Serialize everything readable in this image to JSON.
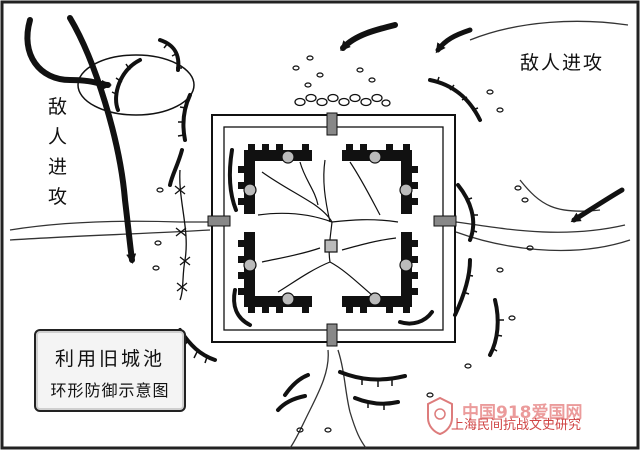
{
  "labels": {
    "enemy_attack_left": "敌人进攻",
    "enemy_attack_right": "敌人进攻"
  },
  "legend": {
    "line1": "利用旧城池",
    "line2": "环形防御示意图"
  },
  "watermark": {
    "line1": "中国918爱国网",
    "line2": "上海民间抗战文史研究"
  },
  "colors": {
    "ink": "#111111",
    "legend_bg": "#f4f4f4",
    "watermark": "#d04545"
  }
}
